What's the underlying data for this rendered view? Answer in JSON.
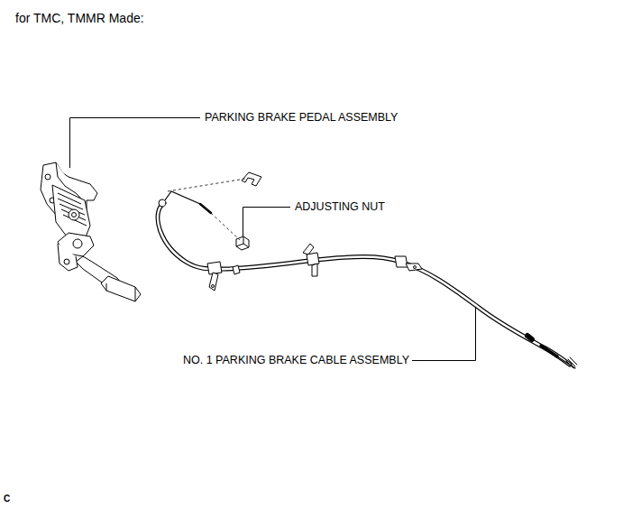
{
  "diagram": {
    "title": "for TMC, TMMR Made:",
    "labels": [
      "PARKING BRAKE PEDAL ASSEMBLY",
      "ADJUSTING NUT",
      "NO. 1 PARKING BRAKE CABLE ASSEMBLY",
      "C"
    ]
  }
}
